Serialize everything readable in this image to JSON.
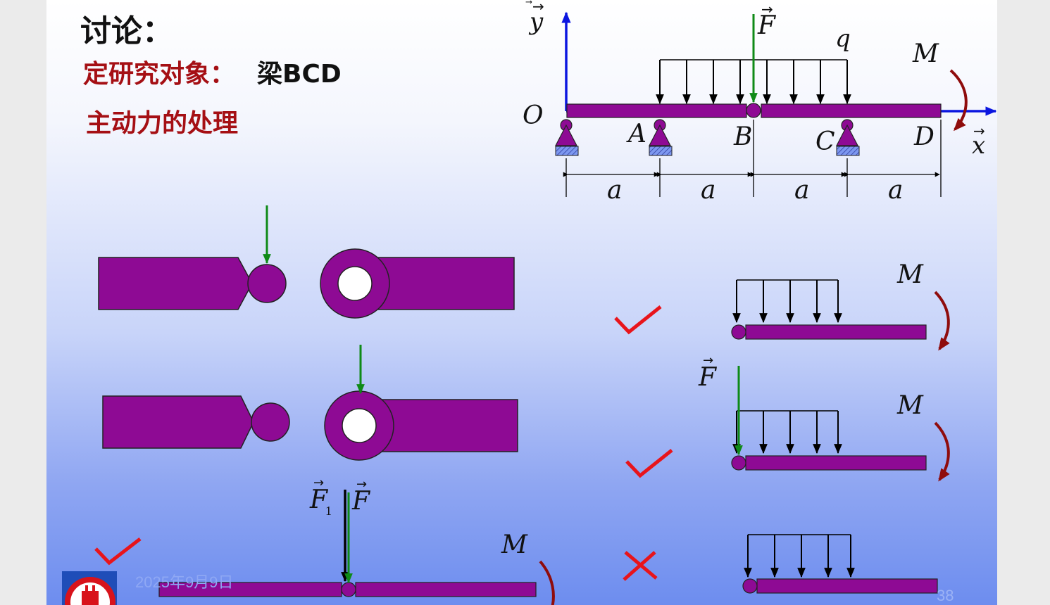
{
  "header": {
    "title": "讨论：",
    "object_label": "定研究对象：",
    "object_value": "梁BCD",
    "topic": "主动力的处理"
  },
  "beam_diagram": {
    "axis_y": "y",
    "axis_x": "x",
    "origin": "O",
    "force": "F",
    "distributed_load": "q",
    "moment": "M",
    "points": [
      "A",
      "B",
      "C",
      "D"
    ],
    "spans": [
      "a",
      "a",
      "a",
      "a"
    ]
  },
  "options": [
    {
      "force_labels": [
        "F",
        "1",
        "F"
      ],
      "moment": "M",
      "mark": "check"
    },
    {
      "moment": "M",
      "mark": "check"
    },
    {
      "force": "F",
      "moment": "M",
      "mark": "check"
    },
    {
      "mark": "cross"
    }
  ],
  "footer": {
    "date": "2025年9月9日",
    "page": "38"
  },
  "colors": {
    "beam": "#8e0a94",
    "axis": "#0b16e0",
    "force": "#0f8a17",
    "moment": "#8f0c0c",
    "mark": "#e8141b",
    "title_red": "#a50f14"
  }
}
